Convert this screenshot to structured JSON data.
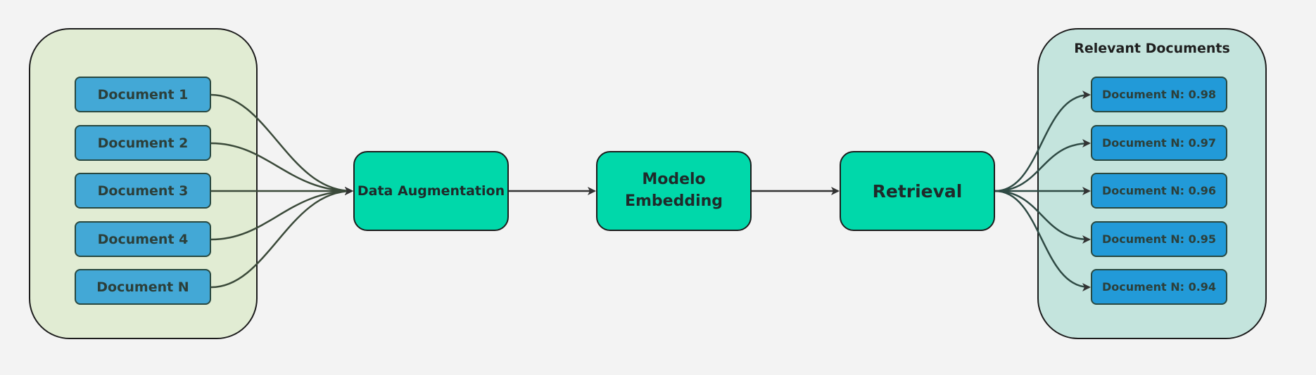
{
  "diagram": {
    "input_documents": [
      "Document 1",
      "Document 2",
      "Document 3",
      "Document 4",
      "Document N"
    ],
    "steps": {
      "augmentation": "Data Augmentation",
      "embedding_line1": "Modelo",
      "embedding_line2": "Embedding",
      "retrieval": "Retrieval"
    },
    "output_group_title": "Relevant Documents",
    "output_documents": [
      "Document N: 0.98",
      "Document N: 0.97",
      "Document N: 0.96",
      "Document N: 0.95",
      "Document N: 0.94"
    ],
    "colors": {
      "input_group_bg": "#e1ecd3",
      "output_group_bg": "#c4e4dd",
      "process_bg": "#00d8aa",
      "input_doc_bg": "#43a8d6",
      "output_doc_bg": "#229ad8",
      "connector": "#3b4a3a"
    }
  }
}
